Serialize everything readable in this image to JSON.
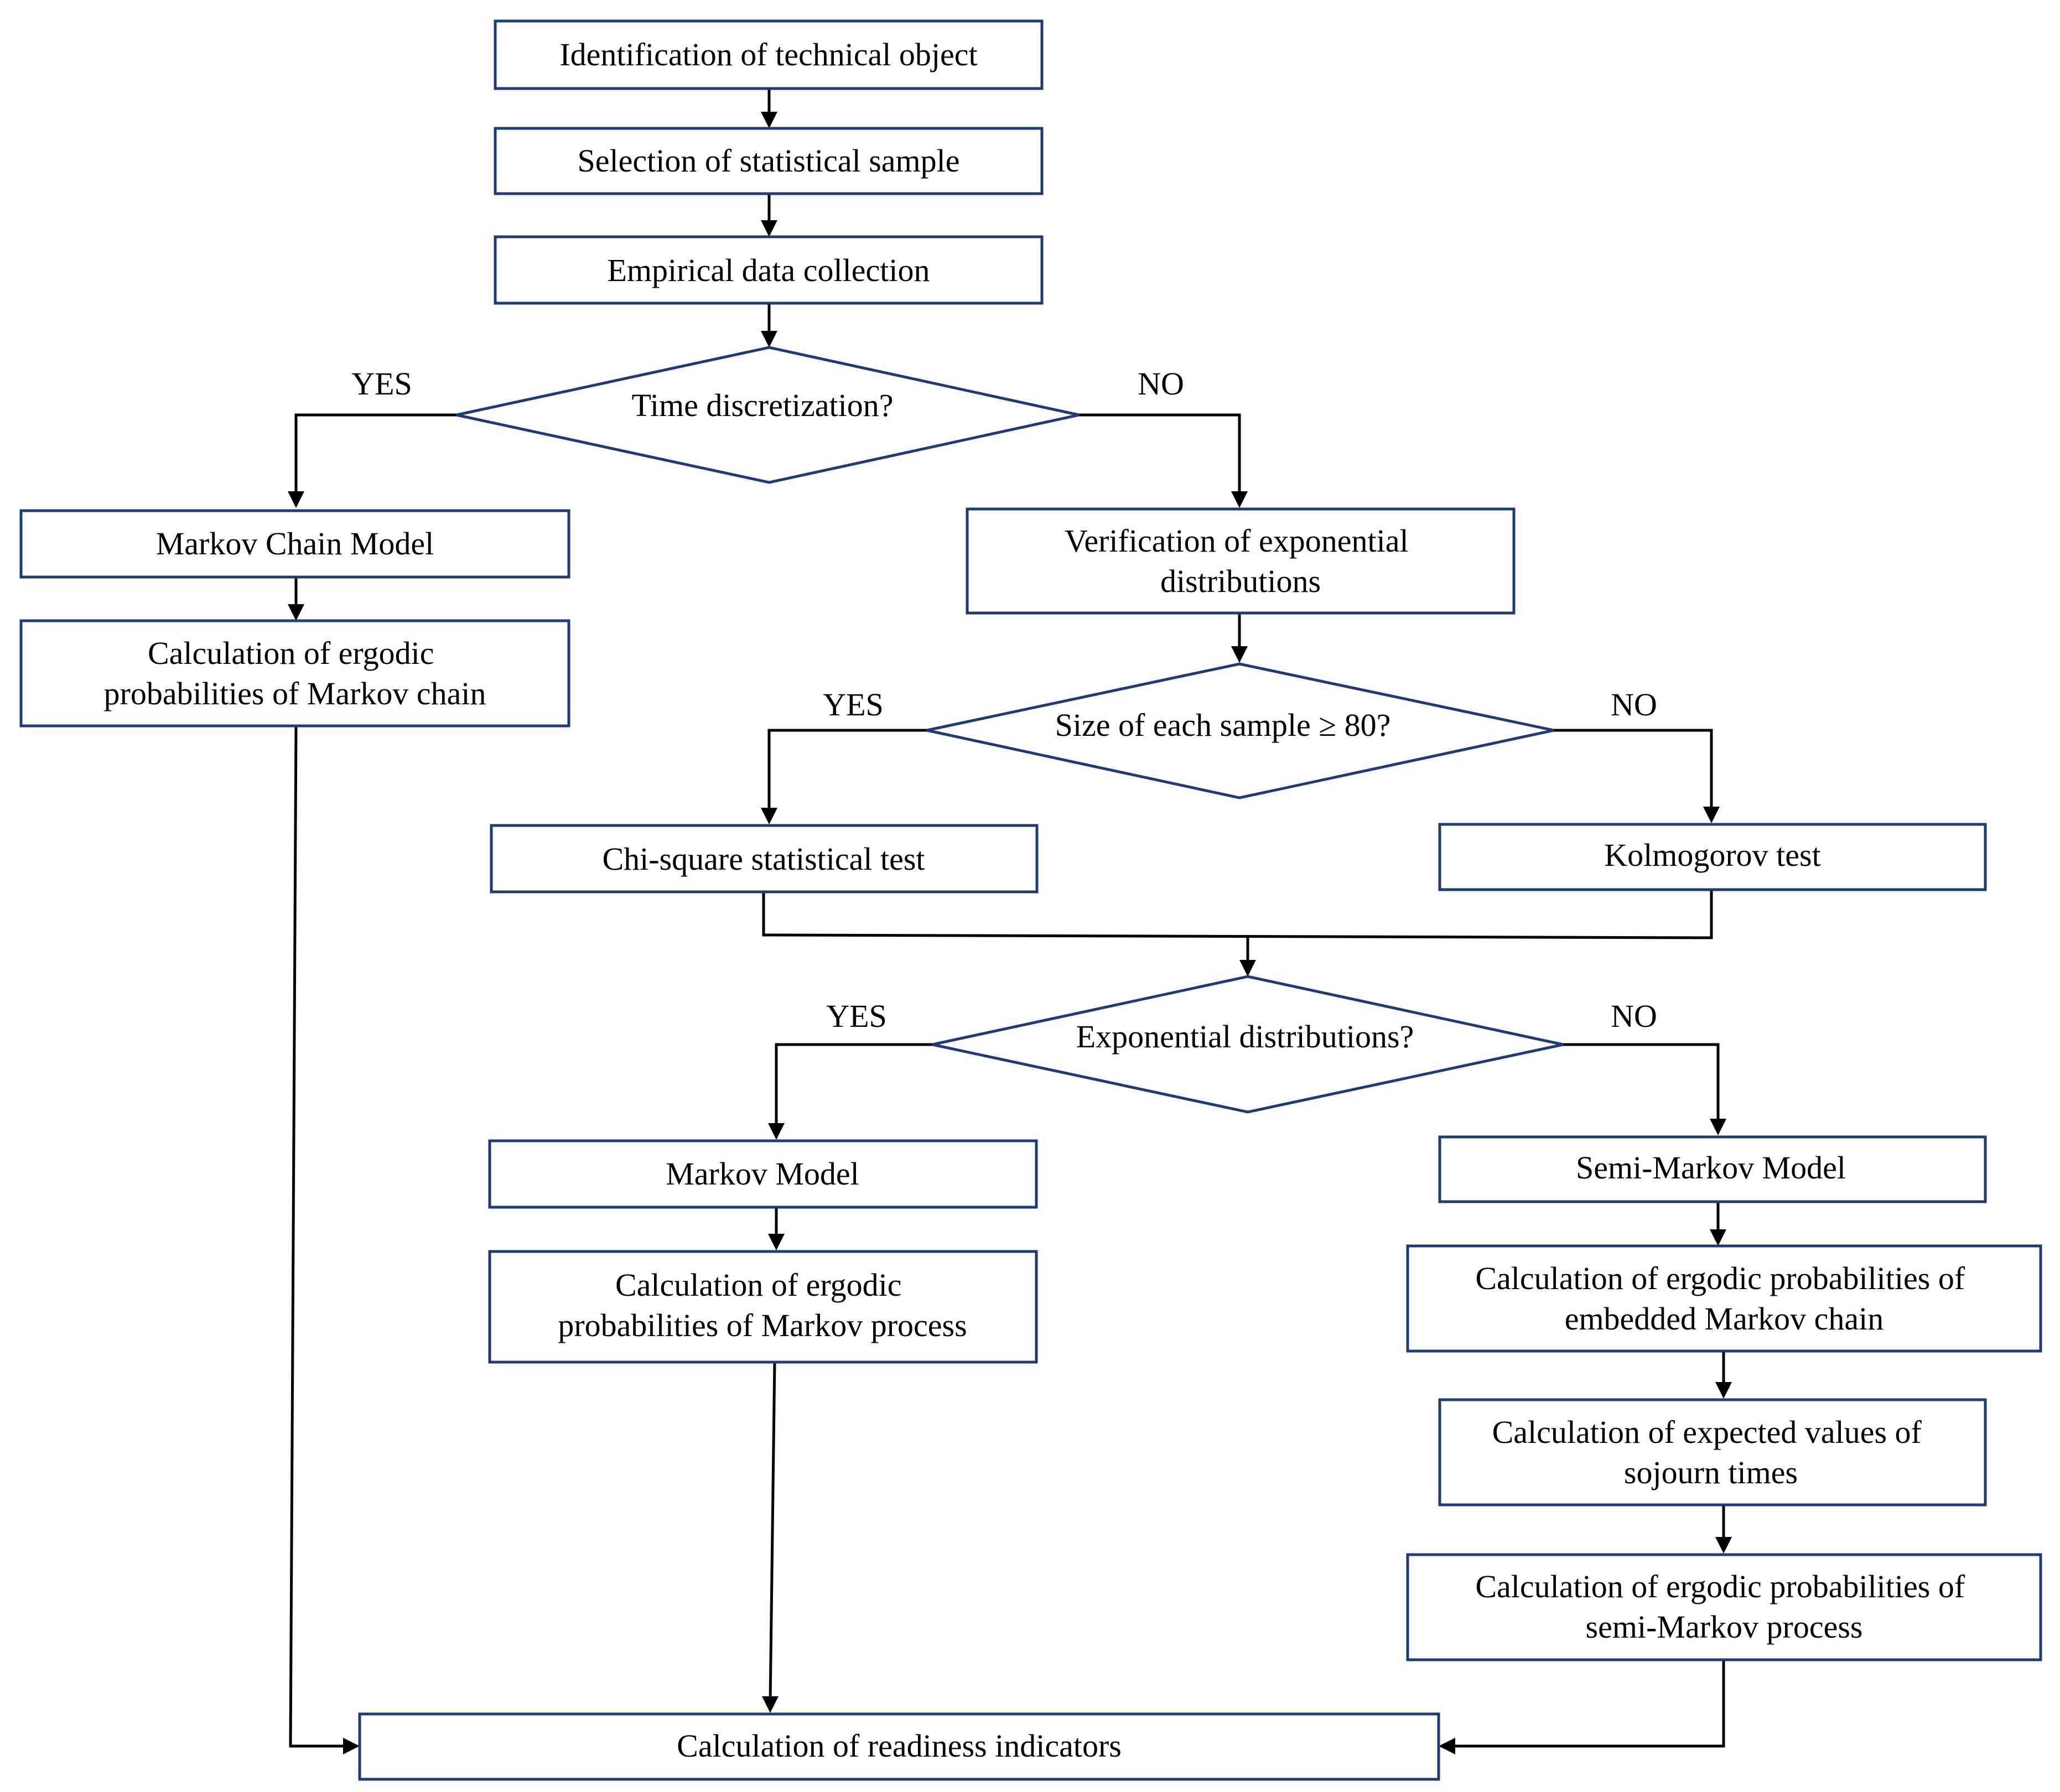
{
  "nodes": {
    "identification": {
      "lines": [
        "Identification of technical object"
      ]
    },
    "selection": {
      "lines": [
        "Selection of statistical sample"
      ]
    },
    "empirical": {
      "lines": [
        "Empirical data collection"
      ]
    },
    "time_disc": {
      "lines": [
        "Time discretization?"
      ]
    },
    "markov_chain_model": {
      "lines": [
        "Markov Chain Model"
      ]
    },
    "calc_chain": {
      "lines": [
        "Calculation of ergodic",
        "probabilities of Markov chain"
      ]
    },
    "verification": {
      "lines": [
        "Verification of exponential",
        "distributions"
      ]
    },
    "size_sample": {
      "lines": [
        "Size of each sample ≥ 80?"
      ]
    },
    "chi_square": {
      "lines": [
        "Chi-square statistical test"
      ]
    },
    "kolmogorov": {
      "lines": [
        "Kolmogorov test"
      ]
    },
    "exp_dist": {
      "lines": [
        "Exponential distributions?"
      ]
    },
    "markov_model": {
      "lines": [
        "Markov Model"
      ]
    },
    "calc_process": {
      "lines": [
        "Calculation of ergodic",
        "probabilities of Markov process"
      ]
    },
    "semi_markov_model": {
      "lines": [
        "Semi-Markov Model"
      ]
    },
    "calc_embedded": {
      "lines": [
        "Calculation of ergodic probabilities of",
        "embedded Markov chain"
      ]
    },
    "calc_sojourn": {
      "lines": [
        "Calculation of expected values of",
        "sojourn times"
      ]
    },
    "calc_semi": {
      "lines": [
        "Calculation of ergodic probabilities of",
        "semi-Markov process"
      ]
    },
    "readiness": {
      "lines": [
        "Calculation of readiness indicators"
      ]
    }
  },
  "branch_labels": {
    "time_yes": "YES",
    "time_no": "NO",
    "size_yes": "YES",
    "size_no": "NO",
    "exp_yes": "YES",
    "exp_no": "NO"
  }
}
